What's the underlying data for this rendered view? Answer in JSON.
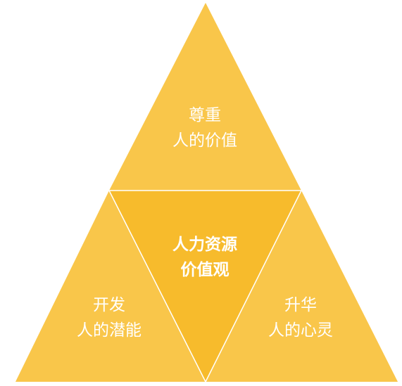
{
  "diagram": {
    "colors": {
      "outer": "#f9c64a",
      "center": "#f7bb2c",
      "divider": "#ffffff",
      "text": "#ffffff"
    },
    "top": {
      "line1": "尊重",
      "line2": "人的价值"
    },
    "center": {
      "line1": "人力资源",
      "line2": "价值观"
    },
    "left": {
      "line1": "开发",
      "line2": "人的潜能"
    },
    "right": {
      "line1": "升华",
      "line2": "人的心灵"
    }
  }
}
